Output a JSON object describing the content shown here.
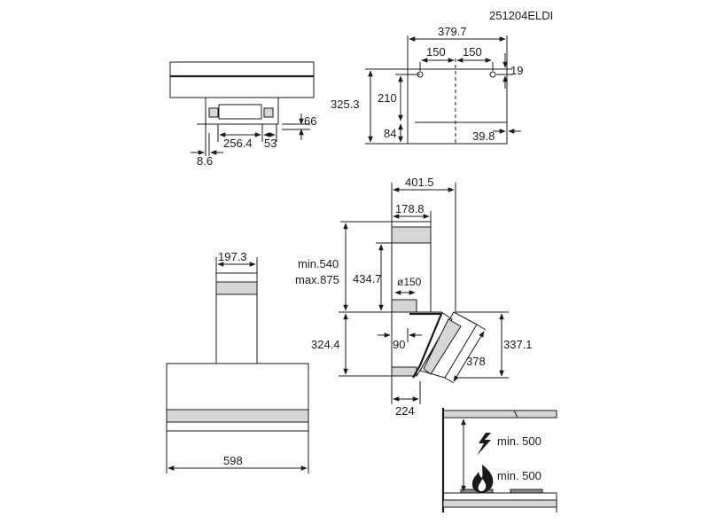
{
  "model_code": "251204ELDI",
  "dimensions": {
    "d_379_7": "379.7",
    "d_150_a": "150",
    "d_150_b": "150",
    "d_19": "19",
    "d_325_3": "325.3",
    "d_210": "210",
    "d_84": "84",
    "d_39_8": "39.8",
    "d_66": "66",
    "d_256_4": "256.4",
    "d_53": "53",
    "d_8_6": "8.6",
    "d_401_5": "401.5",
    "d_178_8": "178.8",
    "d_min540": "min.540",
    "d_max875": "max.875",
    "d_434_7": "434.7",
    "d_dia150": "ø150",
    "d_324_4": "324.4",
    "d_90": "90",
    "d_337_1": "337.1",
    "d_378": "378",
    "d_224": "224",
    "d_197_3": "197.3",
    "d_598": "598"
  },
  "clearances": {
    "electric": "min. 500",
    "gas": "min. 500"
  },
  "icons": {
    "electric": "lightning-icon",
    "gas": "flame-icon"
  }
}
